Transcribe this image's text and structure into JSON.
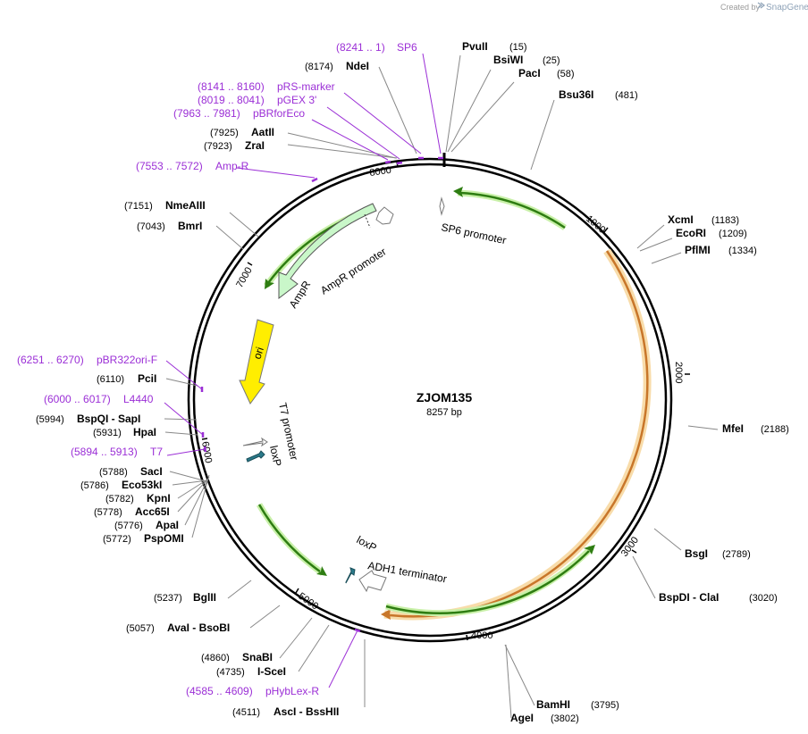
{
  "credit": {
    "prefix": "Created by",
    "brand": "SnapGene"
  },
  "plasmid": {
    "name": "ZJOM135",
    "size_label": "8257 bp"
  },
  "ticks": [
    {
      "label": "1000"
    },
    {
      "label": "2000"
    },
    {
      "label": "3000"
    },
    {
      "label": "4000"
    },
    {
      "label": "5000"
    },
    {
      "label": "6000"
    },
    {
      "label": "7000"
    },
    {
      "label": "8000"
    }
  ],
  "enzymes": [
    {
      "name": "PvuII",
      "pos": "(15)"
    },
    {
      "name": "BsiWI",
      "pos": "(25)"
    },
    {
      "name": "PacI",
      "pos": "(58)"
    },
    {
      "name": "Bsu36I",
      "pos": "(481)"
    },
    {
      "name": "XcmI",
      "pos": "(1183)"
    },
    {
      "name": "EcoRI",
      "pos": "(1209)"
    },
    {
      "name": "PflMI",
      "pos": "(1334)"
    },
    {
      "name": "MfeI",
      "pos": "(2188)"
    },
    {
      "name": "BsgI",
      "pos": "(2789)"
    },
    {
      "name": "BspDI - ClaI",
      "pos": "(3020)"
    },
    {
      "name": "BamHI",
      "pos": "(3795)"
    },
    {
      "name": "AgeI",
      "pos": "(3802)"
    },
    {
      "name": "AscI - BssHII",
      "pos": "(4511)"
    },
    {
      "name": "I-SceI",
      "pos": "(4735)"
    },
    {
      "name": "SnaBI",
      "pos": "(4860)"
    },
    {
      "name": "AvaI - BsoBI",
      "pos": "(5057)"
    },
    {
      "name": "BglII",
      "pos": "(5237)"
    },
    {
      "name": "PspOMI",
      "pos": "(5772)"
    },
    {
      "name": "ApaI",
      "pos": "(5776)"
    },
    {
      "name": "Acc65I",
      "pos": "(5778)"
    },
    {
      "name": "KpnI",
      "pos": "(5782)"
    },
    {
      "name": "Eco53kI",
      "pos": "(5786)"
    },
    {
      "name": "SacI",
      "pos": "(5788)"
    },
    {
      "name": "HpaI",
      "pos": "(5931)"
    },
    {
      "name": "BspQI - SapI",
      "pos": "(5994)"
    },
    {
      "name": "PciI",
      "pos": "(6110)"
    },
    {
      "name": "BmrI",
      "pos": "(7043)"
    },
    {
      "name": "NmeAIII",
      "pos": "(7151)"
    },
    {
      "name": "ZraI",
      "pos": "(7923)"
    },
    {
      "name": "AatII",
      "pos": "(7925)"
    },
    {
      "name": "NdeI",
      "pos": "(8174)"
    }
  ],
  "features_labels": [
    {
      "range": "(8241 .. 1)",
      "name": "SP6"
    },
    {
      "range": "(8141 .. 8160)",
      "name": "pRS-marker"
    },
    {
      "range": "(8019 .. 8041)",
      "name": "pGEX 3'"
    },
    {
      "range": "(7963 .. 7981)",
      "name": "pBRforEco"
    },
    {
      "range": "(7553 .. 7572)",
      "name": "Amp-R"
    },
    {
      "range": "(6251 .. 6270)",
      "name": "pBR322ori-F"
    },
    {
      "range": "(6000 .. 6017)",
      "name": "L4440"
    },
    {
      "range": "(5894 .. 5913)",
      "name": "T7"
    },
    {
      "range": "(4585 .. 4609)",
      "name": "pHybLex-R"
    }
  ],
  "inner_features": [
    {
      "label": "SP6 promoter"
    },
    {
      "label": "AmpR promoter"
    },
    {
      "label": "AmpR"
    },
    {
      "label": "ori"
    },
    {
      "label": "T7 promoter"
    },
    {
      "label": "loxP"
    },
    {
      "label": "loxP"
    },
    {
      "label": "ADH1 terminator"
    }
  ],
  "colors": {
    "backbone": "#000000",
    "primer": "#9b2fd6",
    "green_arrow": "#2e7d12",
    "green_glow": "#c8f0a8",
    "orange_arc": "#c8762a",
    "orange_glow": "#f8dcaa",
    "ampr_fill": "#c9f7c9",
    "ori_fill": "#ffee00",
    "loxp_fill": "#2b7a8a"
  }
}
